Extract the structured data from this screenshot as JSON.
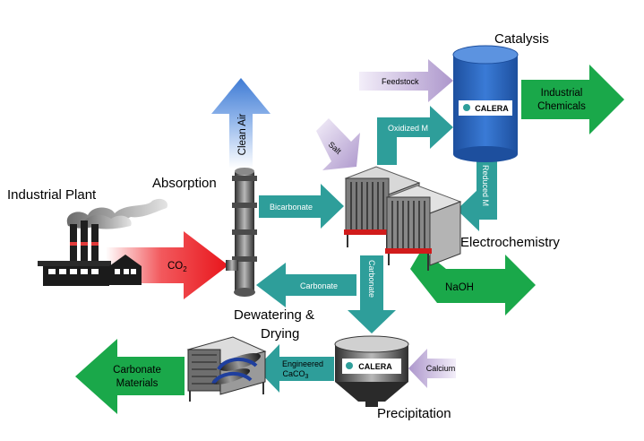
{
  "nodes": {
    "industrial_plant": "Industrial Plant",
    "absorption": "Absorption",
    "catalysis": "Catalysis",
    "electrochemistry": "Electrochemistry",
    "dewatering": "Dewatering &",
    "drying": "Drying",
    "precipitation": "Precipitation"
  },
  "flows": {
    "clean_air": "Clean Air",
    "co2_main": "CO",
    "co2_sub": "2",
    "bicarbonate": "Bicarbonate",
    "salt": "Salt",
    "feedstock": "Feedstock",
    "oxidized": "Oxidized M",
    "reduced": "Reduced M",
    "industrial_chem_1": "Industrial",
    "industrial_chem_2": "Chemicals",
    "naoh": "NaOH",
    "carbonate_left": "Carbonate",
    "carbonate_down": "Carbonate",
    "calcium": "Calcium",
    "engineered_1": "Engineered",
    "engineered_2": "CaCO",
    "engineered_sub": "3",
    "carbonate_materials_1": "Carbonate",
    "carbonate_materials_2": "Materials"
  },
  "logos": {
    "catalysis_tank": "CALERA",
    "precip_tank": "CALERA"
  },
  "colors": {
    "teal": "#2e9e9a",
    "green": "#1aa84a",
    "purple": "#b9a6d3",
    "red": "#e8151b",
    "blue": "#4a86d8",
    "tank_blue": "#2b64b8"
  }
}
